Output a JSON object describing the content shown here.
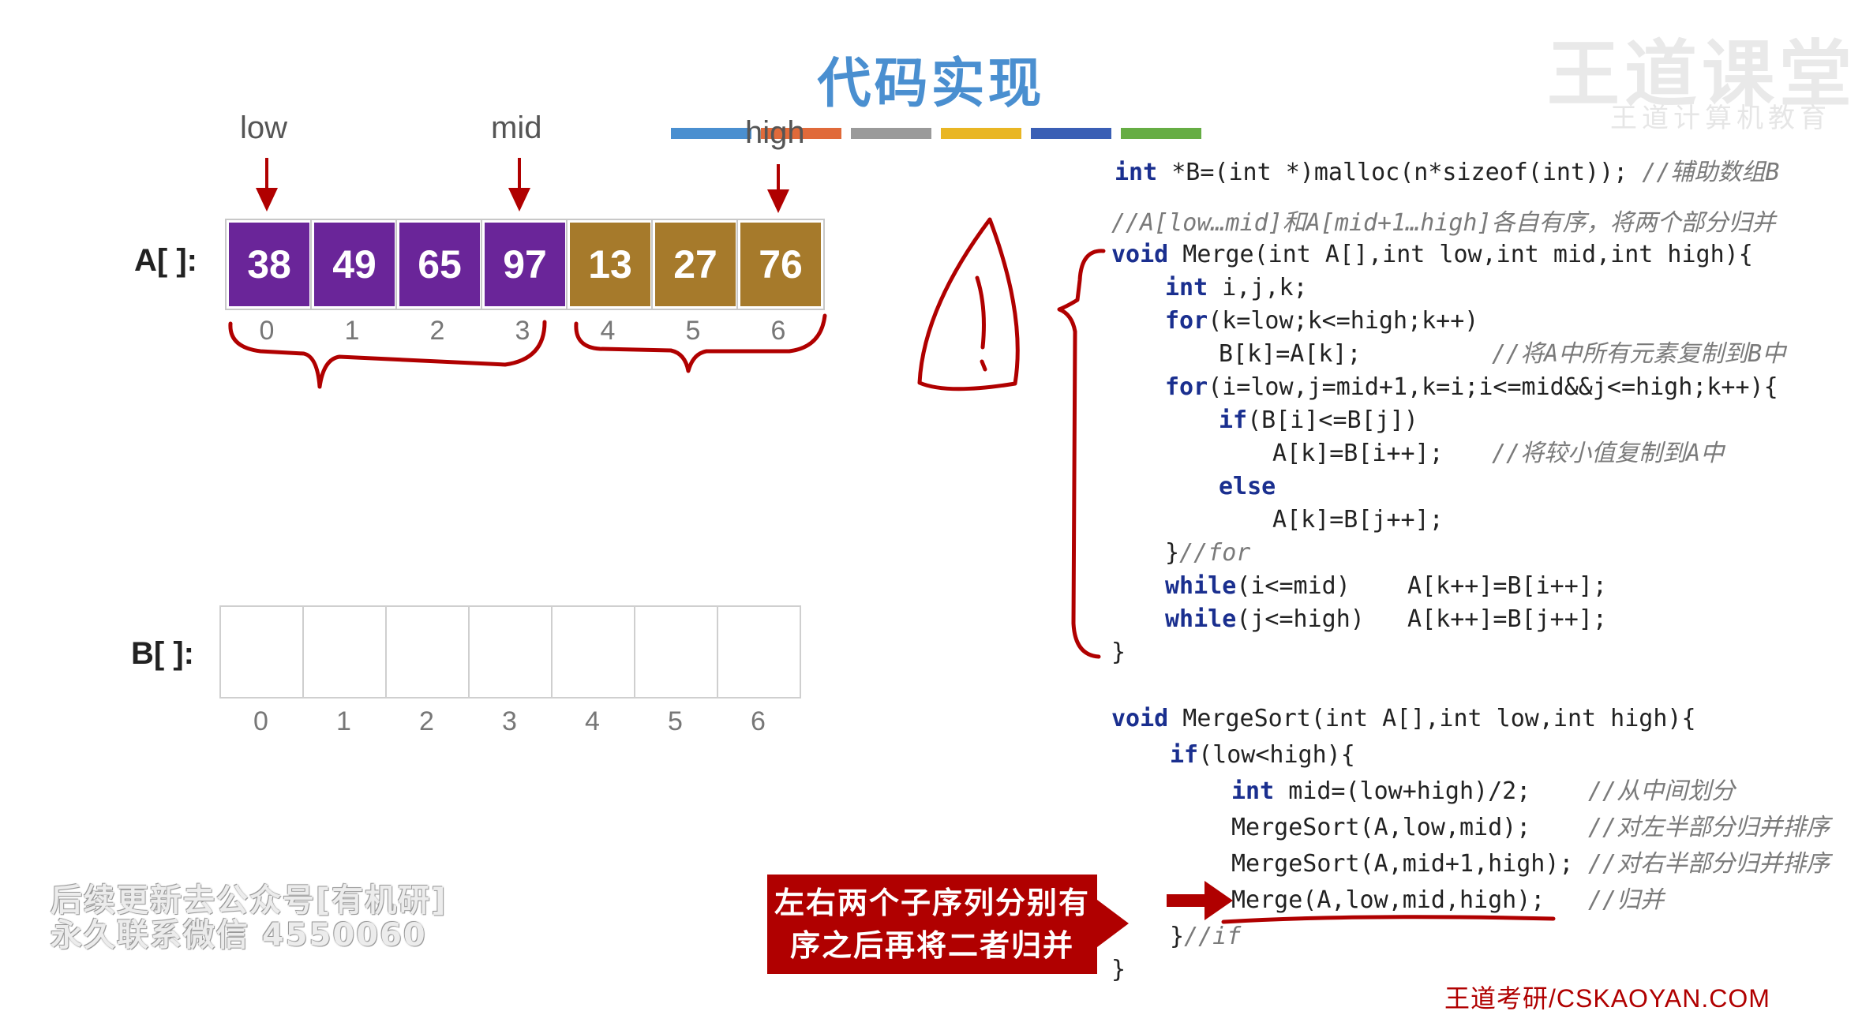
{
  "title": "代码实现",
  "brand": {
    "name": "王道课堂",
    "sub": "王道计算机教育"
  },
  "strip_colors": [
    "#4a8fd0",
    "#e06a3a",
    "#9a9a9a",
    "#e9b624",
    "#3a5fb5",
    "#66ad44"
  ],
  "pointers": {
    "low": "low",
    "mid": "mid",
    "high": "high"
  },
  "arrayA": {
    "label": "A[ ]:",
    "cells": [
      {
        "value": "38",
        "color": "#6a2599"
      },
      {
        "value": "49",
        "color": "#6a2599"
      },
      {
        "value": "65",
        "color": "#6a2599"
      },
      {
        "value": "97",
        "color": "#6a2599"
      },
      {
        "value": "13",
        "color": "#a67a2b"
      },
      {
        "value": "27",
        "color": "#a67a2b"
      },
      {
        "value": "76",
        "color": "#a67a2b"
      }
    ],
    "indices": [
      "0",
      "1",
      "2",
      "3",
      "4",
      "5",
      "6"
    ]
  },
  "arrayB": {
    "label": "B[ ]:",
    "indices": [
      "0",
      "1",
      "2",
      "3",
      "4",
      "5",
      "6"
    ]
  },
  "code": {
    "malloc": {
      "kw1": "int",
      "rest": " *B=(int *)malloc(n*sizeof(int)); ",
      "comment": "//辅助数组B"
    },
    "merge_comment": "//A[low…mid]和A[mid+1…high]各自有序，将两个部分归并",
    "merge_sig": {
      "kw": "void",
      "rest": " Merge(int A[],int low,int mid,int high){"
    },
    "decl": {
      "kw": "int",
      "rest": " i,j,k;"
    },
    "for1": {
      "kw": "for",
      "rest": "(k=low;k<=high;k++)"
    },
    "copy": {
      "text": "B[k]=A[k];",
      "comment": "//将A中所有元素复制到B中"
    },
    "for2": {
      "kw": "for",
      "rest": "(i=low,j=mid+1,k=i;i<=mid&&j<=high;k++){"
    },
    "if1": {
      "kw": "if",
      "rest": "(B[i]<=B[j])"
    },
    "assign1": {
      "text": "A[k]=B[i++];",
      "comment": "//将较小值复制到A中"
    },
    "else": "else",
    "assign2": "A[k]=B[j++];",
    "endfor": {
      "brace": "}",
      "comment": "//for"
    },
    "while1": {
      "kw": "while",
      "rest": "(i<=mid)    A[k++]=B[i++];"
    },
    "while2": {
      "kw": "while",
      "rest": "(j<=high)   A[k++]=B[j++];"
    },
    "close1": "}",
    "ms_sig": {
      "kw": "void",
      "rest": " MergeSort(int A[],int low,int high){"
    },
    "ms_if": {
      "kw": "if",
      "rest": "(low<high){"
    },
    "ms_mid": {
      "kw": "int",
      "rest": " mid=(low+high)/2;",
      "comment": "//从中间划分"
    },
    "ms_left": {
      "text": "MergeSort(A,low,mid);",
      "comment": "//对左半部分归并排序"
    },
    "ms_right": {
      "text": "MergeSort(A,mid+1,high);",
      "comment": "//对右半部分归并排序"
    },
    "ms_merge": {
      "text": "Merge(A,low,mid,high);",
      "comment": "//归并"
    },
    "ms_endif": {
      "brace": "}",
      "comment": "//if"
    },
    "close2": "}"
  },
  "callout": {
    "line1": "左右两个子序列分别有",
    "line2": "序之后再将二者归并"
  },
  "watermark": {
    "line1": "后续更新去公众号[有机研]",
    "line2": "永久联系微信 4550060"
  },
  "footer": "王道考研/CSKAOYAN.COM",
  "colors": {
    "title": "#4a8fd0",
    "ink": "#b00000"
  }
}
